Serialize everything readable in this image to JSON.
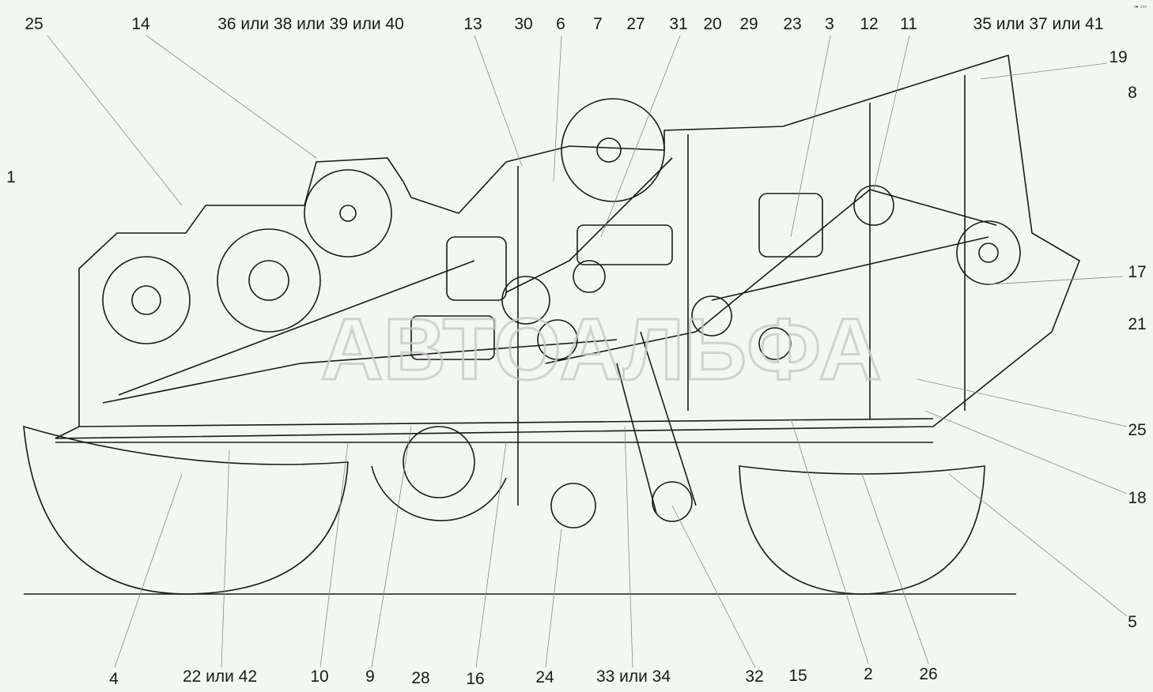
{
  "corner_mark": "▫▪ ▫▫▫",
  "watermark": "АВТОАЛЬФА",
  "labels": {
    "top": [
      "25",
      "14",
      "36 или 38 или 39 или 40",
      "13",
      "30",
      "6",
      "7",
      "27",
      "31",
      "20",
      "29",
      "23",
      "3",
      "12",
      "11",
      "35 или 37 или 41"
    ],
    "right": [
      "19",
      "8",
      "17",
      "21",
      "25",
      "18",
      "5"
    ],
    "left": [
      "1"
    ],
    "bottom": [
      "4",
      "22 или 42",
      "10",
      "9",
      "28",
      "16",
      "24",
      "33 или 34",
      "32",
      "15",
      "2",
      "26"
    ]
  },
  "colors": {
    "line": "#1a1a1a",
    "leader": "#888888",
    "background": "#f3f7f2",
    "watermark": "#c8c8c8"
  }
}
